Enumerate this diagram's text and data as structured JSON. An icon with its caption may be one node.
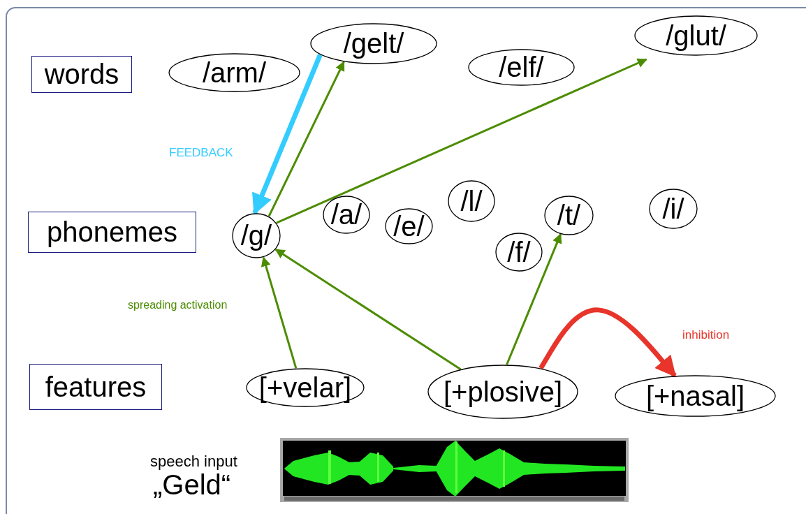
{
  "diagram": {
    "nodes": [
      {
        "text": [
          "words"
        ]
      },
      {
        "text": [
          "/arm/"
        ]
      },
      {
        "text": [
          "/gelt/"
        ]
      },
      {
        "text": [
          "/elf/"
        ]
      },
      {
        "text": [
          "/glut/"
        ]
      },
      {
        "text": [
          "phonemes"
        ]
      },
      {
        "text": [
          "/g/"
        ]
      },
      {
        "text": [
          "/a/"
        ]
      },
      {
        "text": [
          "/e/"
        ]
      },
      {
        "text": [
          "/l/"
        ]
      },
      {
        "text": [
          "/t/"
        ]
      },
      {
        "text": [
          "/f/"
        ]
      },
      {
        "text": [
          "/i/"
        ]
      },
      {
        "text": [
          "features"
        ]
      },
      {
        "text": [
          "[+velar]"
        ]
      },
      {
        "text": [
          "[+plosive]"
        ]
      },
      {
        "text": [
          "[+nasal]"
        ]
      }
    ],
    "edges": [
      {
        "from": 2,
        "to": 6,
        "arrow": "to",
        "label": "FEEDBACK",
        "style": "thick",
        "color": "#33ccff"
      },
      {
        "from": 6,
        "to": 2,
        "arrow": "to"
      },
      {
        "from": 6,
        "to": 4,
        "arrow": "to"
      },
      {
        "from": 14,
        "to": 6,
        "arrow": "to"
      },
      {
        "from": 15,
        "to": 6,
        "arrow": "to"
      },
      {
        "from": 15,
        "to": 10,
        "arrow": "to"
      },
      {
        "from": 15,
        "to": 16,
        "arrow": "to",
        "label": "inhibition",
        "style": "thick",
        "color": "#e8342a"
      }
    ],
    "labels": [
      "spreading activation",
      "speech input",
      "„Geld“"
    ]
  }
}
